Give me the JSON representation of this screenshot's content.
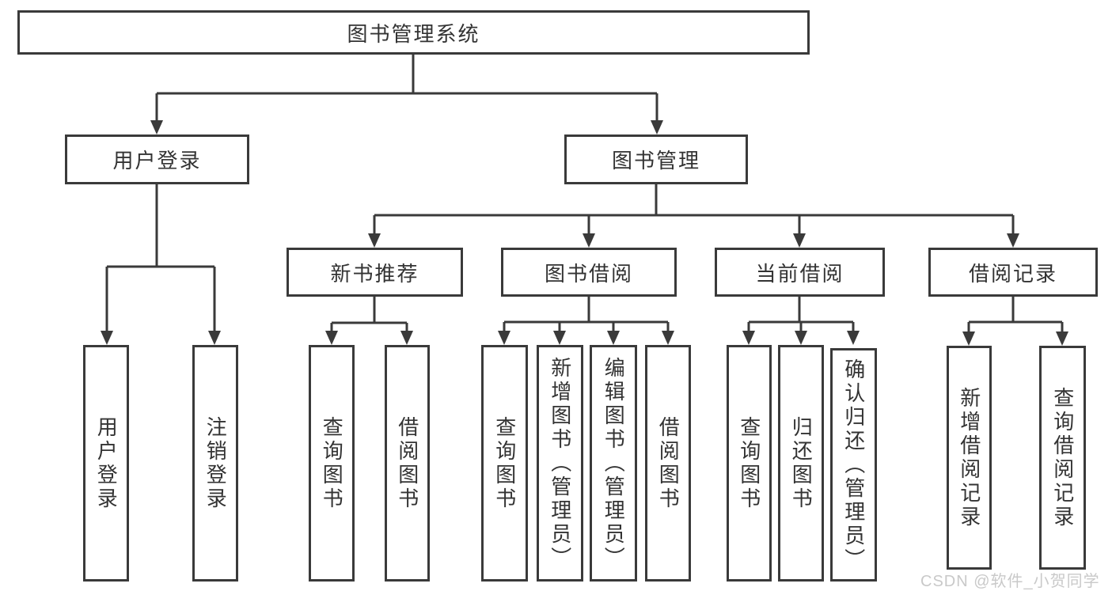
{
  "tree": {
    "label": "图书管理系统",
    "children": [
      {
        "label": "用户登录",
        "children": [
          {
            "label": "用户登录"
          },
          {
            "label": "注销登录"
          }
        ]
      },
      {
        "label": "图书管理",
        "children": [
          {
            "label": "新书推荐",
            "children": [
              {
                "label": "查询图书"
              },
              {
                "label": "借阅图书"
              }
            ]
          },
          {
            "label": "图书借阅",
            "children": [
              {
                "label": "查询图书"
              },
              {
                "label": "新增图书（管理员）"
              },
              {
                "label": "编辑图书（管理员）"
              },
              {
                "label": "借阅图书"
              }
            ]
          },
          {
            "label": "当前借阅",
            "children": [
              {
                "label": "查询图书"
              },
              {
                "label": "归还图书"
              },
              {
                "label": "确认归还（管理员）"
              }
            ]
          },
          {
            "label": "借阅记录",
            "children": [
              {
                "label": "新增借阅记录"
              },
              {
                "label": "查询借阅记录"
              }
            ]
          }
        ]
      }
    ]
  },
  "watermark": {
    "text": "CSDN @软件_小贺同学"
  },
  "colors": {
    "line": "#3a3a3a",
    "text": "#333333",
    "box_fill": "#ffffff",
    "background": "#ffffff",
    "watermark": "#c9c9c9"
  }
}
